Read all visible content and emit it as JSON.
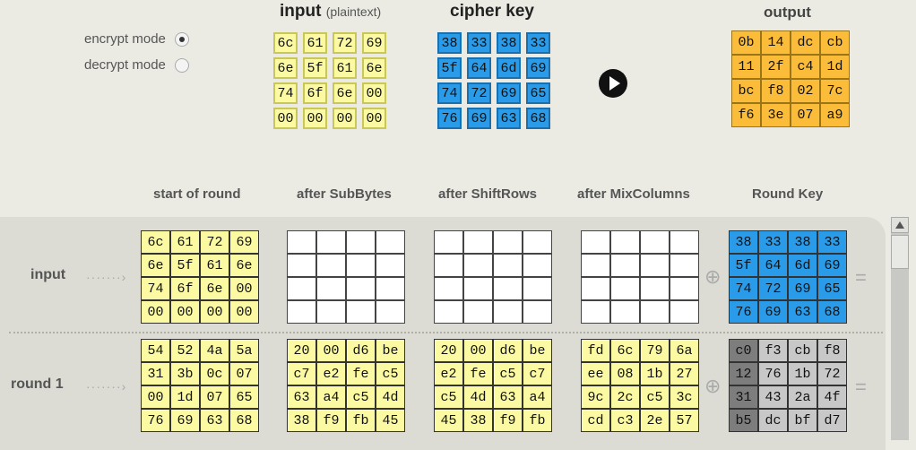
{
  "modes": {
    "encrypt": "encrypt mode",
    "decrypt": "decrypt mode",
    "selected": "encrypt"
  },
  "input_panel": {
    "title": "input",
    "subtitle": "(plaintext)",
    "cells": [
      [
        "6c",
        "61",
        "72",
        "69"
      ],
      [
        "6e",
        "5f",
        "61",
        "6e"
      ],
      [
        "74",
        "6f",
        "6e",
        "00"
      ],
      [
        "00",
        "00",
        "00",
        "00"
      ]
    ]
  },
  "key_panel": {
    "title": "cipher key",
    "cells": [
      [
        "38",
        "33",
        "38",
        "33"
      ],
      [
        "5f",
        "64",
        "6d",
        "69"
      ],
      [
        "74",
        "72",
        "69",
        "65"
      ],
      [
        "76",
        "69",
        "63",
        "68"
      ]
    ]
  },
  "output_panel": {
    "title": "output",
    "cells": [
      [
        "0b",
        "14",
        "dc",
        "cb"
      ],
      [
        "11",
        "2f",
        "c4",
        "1d"
      ],
      [
        "bc",
        "f8",
        "02",
        "7c"
      ],
      [
        "f6",
        "3e",
        "07",
        "a9"
      ]
    ]
  },
  "columns": {
    "start": "start of round",
    "subbytes": "after SubBytes",
    "shiftrows": "after ShiftRows",
    "mixcolumns": "after MixColumns",
    "roundkey": "Round Key"
  },
  "rounds": [
    {
      "label": "input",
      "start": [
        [
          "6c",
          "61",
          "72",
          "69"
        ],
        [
          "6e",
          "5f",
          "61",
          "6e"
        ],
        [
          "74",
          "6f",
          "6e",
          "00"
        ],
        [
          "00",
          "00",
          "00",
          "00"
        ]
      ],
      "roundkey": [
        [
          "38",
          "33",
          "38",
          "33"
        ],
        [
          "5f",
          "64",
          "6d",
          "69"
        ],
        [
          "74",
          "72",
          "69",
          "65"
        ],
        [
          "76",
          "69",
          "63",
          "68"
        ]
      ]
    },
    {
      "label": "round 1",
      "start": [
        [
          "54",
          "52",
          "4a",
          "5a"
        ],
        [
          "31",
          "3b",
          "0c",
          "07"
        ],
        [
          "00",
          "1d",
          "07",
          "65"
        ],
        [
          "76",
          "69",
          "63",
          "68"
        ]
      ],
      "subbytes": [
        [
          "20",
          "00",
          "d6",
          "be"
        ],
        [
          "c7",
          "e2",
          "fe",
          "c5"
        ],
        [
          "63",
          "a4",
          "c5",
          "4d"
        ],
        [
          "38",
          "f9",
          "fb",
          "45"
        ]
      ],
      "shiftrows": [
        [
          "20",
          "00",
          "d6",
          "be"
        ],
        [
          "e2",
          "fe",
          "c5",
          "c7"
        ],
        [
          "c5",
          "4d",
          "63",
          "a4"
        ],
        [
          "45",
          "38",
          "f9",
          "fb"
        ]
      ],
      "mixcolumns": [
        [
          "fd",
          "6c",
          "79",
          "6a"
        ],
        [
          "ee",
          "08",
          "1b",
          "27"
        ],
        [
          "9c",
          "2c",
          "c5",
          "3c"
        ],
        [
          "cd",
          "c3",
          "2e",
          "57"
        ]
      ],
      "roundkey": [
        [
          "c0",
          "f3",
          "cb",
          "f8"
        ],
        [
          "12",
          "76",
          "1b",
          "72"
        ],
        [
          "31",
          "43",
          "2a",
          "4f"
        ],
        [
          "b5",
          "dc",
          "bf",
          "d7"
        ]
      ]
    }
  ],
  "symbols": {
    "xor": "⊕",
    "equals": "=",
    "arrow": "·······›"
  }
}
